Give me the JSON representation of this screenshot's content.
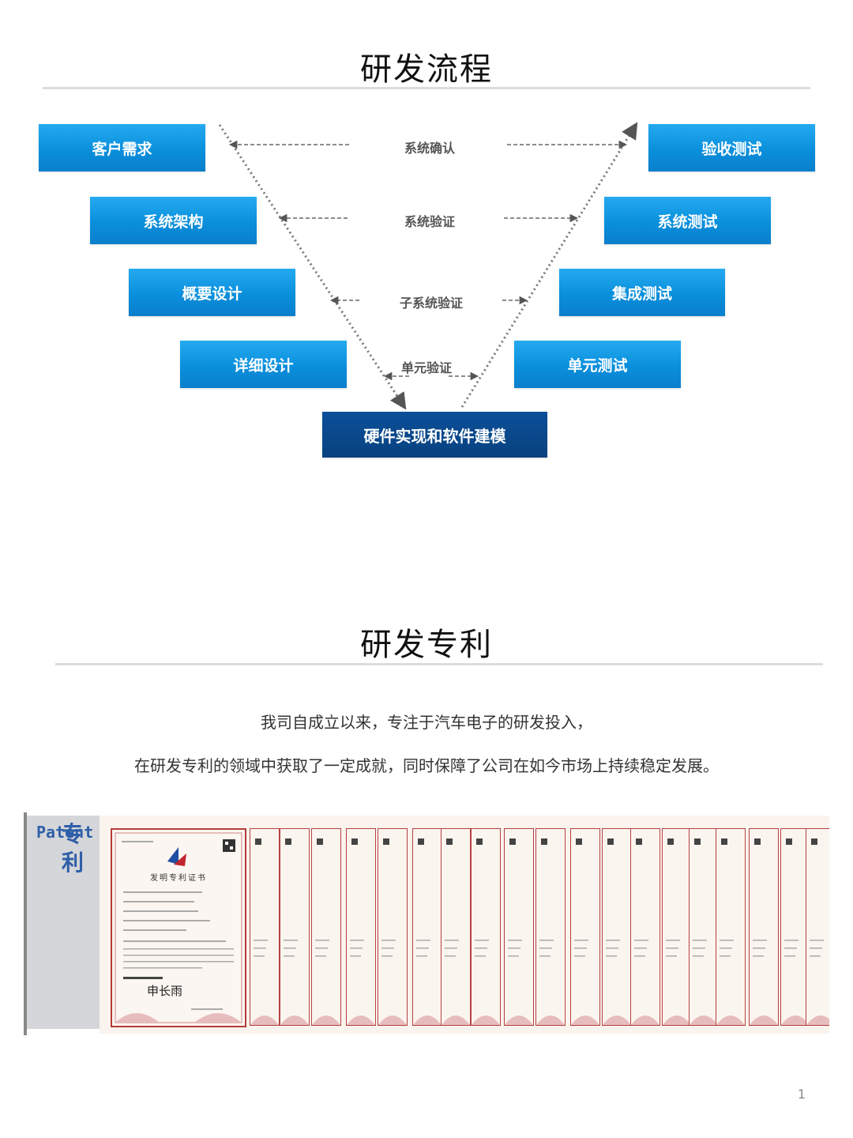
{
  "section1": {
    "title": "研发流程",
    "left_boxes": [
      "客户需求",
      "系统架构",
      "概要设计",
      "详细设计"
    ],
    "right_boxes": [
      "验收测试",
      "系统测试",
      "集成测试",
      "单元测试"
    ],
    "center_labels": [
      "系统确认",
      "系统验证",
      "子系统验证",
      "单元验证"
    ],
    "bottom_box": "硬件实现和软件建模"
  },
  "section2": {
    "title": "研发专利",
    "paragraph_1": "我司自成立以来，专注于汽车电子的研发投入，",
    "paragraph_2": "在研发专利的领域中获取了一定成就，同时保障了公司在如今市场上持续稳定发展。",
    "side_label_cn": "专利",
    "side_label_en": "Patent",
    "certificate_title": "发明专利证书",
    "certificate_signature": "申长雨"
  },
  "page_number": "1",
  "colors": {
    "box_blue": "#0a8fdc",
    "box_dark": "#08427f",
    "cert_border": "#b73b3b",
    "side_text": "#2f5fa8"
  }
}
